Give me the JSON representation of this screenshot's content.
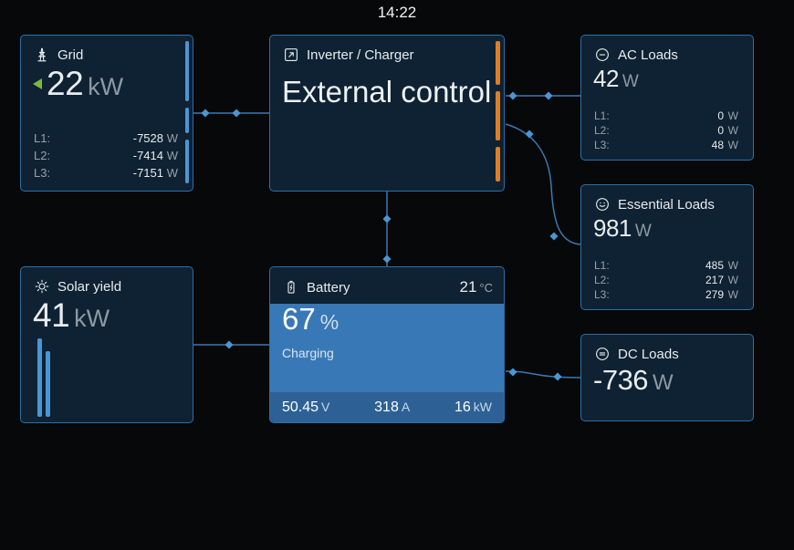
{
  "statusbar": {
    "time": "14:22"
  },
  "colors": {
    "accent_blue": "#4b96d2",
    "connector_blue": "#3b79b3",
    "bar_orange": "#df7e28",
    "arrow_green": "#7cb83d",
    "battery_fill_blue": "#3978b6",
    "card_background": "#0e2233",
    "card_border": "#2d6fa8"
  },
  "cards": {
    "grid": {
      "title": "Grid",
      "icon": "pylon-icon",
      "direction": "export-left",
      "value": "22",
      "unit": "kW",
      "phases": [
        {
          "label": "L1:",
          "value": "-7528",
          "unit": "W"
        },
        {
          "label": "L2:",
          "value": "-7414",
          "unit": "W"
        },
        {
          "label": "L3:",
          "value": "-7151",
          "unit": "W"
        }
      ]
    },
    "inverter": {
      "title": "Inverter / Charger",
      "icon": "inverter-box-arrow-icon",
      "state": "External control"
    },
    "ac_loads": {
      "title": "AC Loads",
      "icon": "ac-loads-circle-icon",
      "value": "42",
      "unit": "W",
      "phases": [
        {
          "label": "L1:",
          "value": "0",
          "unit": "W"
        },
        {
          "label": "L2:",
          "value": "0",
          "unit": "W"
        },
        {
          "label": "L3:",
          "value": "48",
          "unit": "W"
        }
      ]
    },
    "essential_loads": {
      "title": "Essential Loads",
      "icon": "smiley-circle-icon",
      "value": "981",
      "unit": "W",
      "phases": [
        {
          "label": "L1:",
          "value": "485",
          "unit": "W"
        },
        {
          "label": "L2:",
          "value": "217",
          "unit": "W"
        },
        {
          "label": "L3:",
          "value": "279",
          "unit": "W"
        }
      ]
    },
    "solar": {
      "title": "Solar yield",
      "icon": "sun-icon",
      "value": "41",
      "unit": "kW"
    },
    "battery": {
      "title": "Battery",
      "icon": "battery-charging-icon",
      "temperature": "21",
      "temperature_unit": "°C",
      "soc": "67",
      "soc_unit": "%",
      "state": "Charging",
      "voltage": "50.45",
      "voltage_unit": "V",
      "current": "318",
      "current_unit": "A",
      "power": "16",
      "power_unit": "kW"
    },
    "dc_loads": {
      "title": "DC Loads",
      "icon": "dc-loads-circle-icon",
      "value": "-736",
      "unit": "W"
    }
  }
}
